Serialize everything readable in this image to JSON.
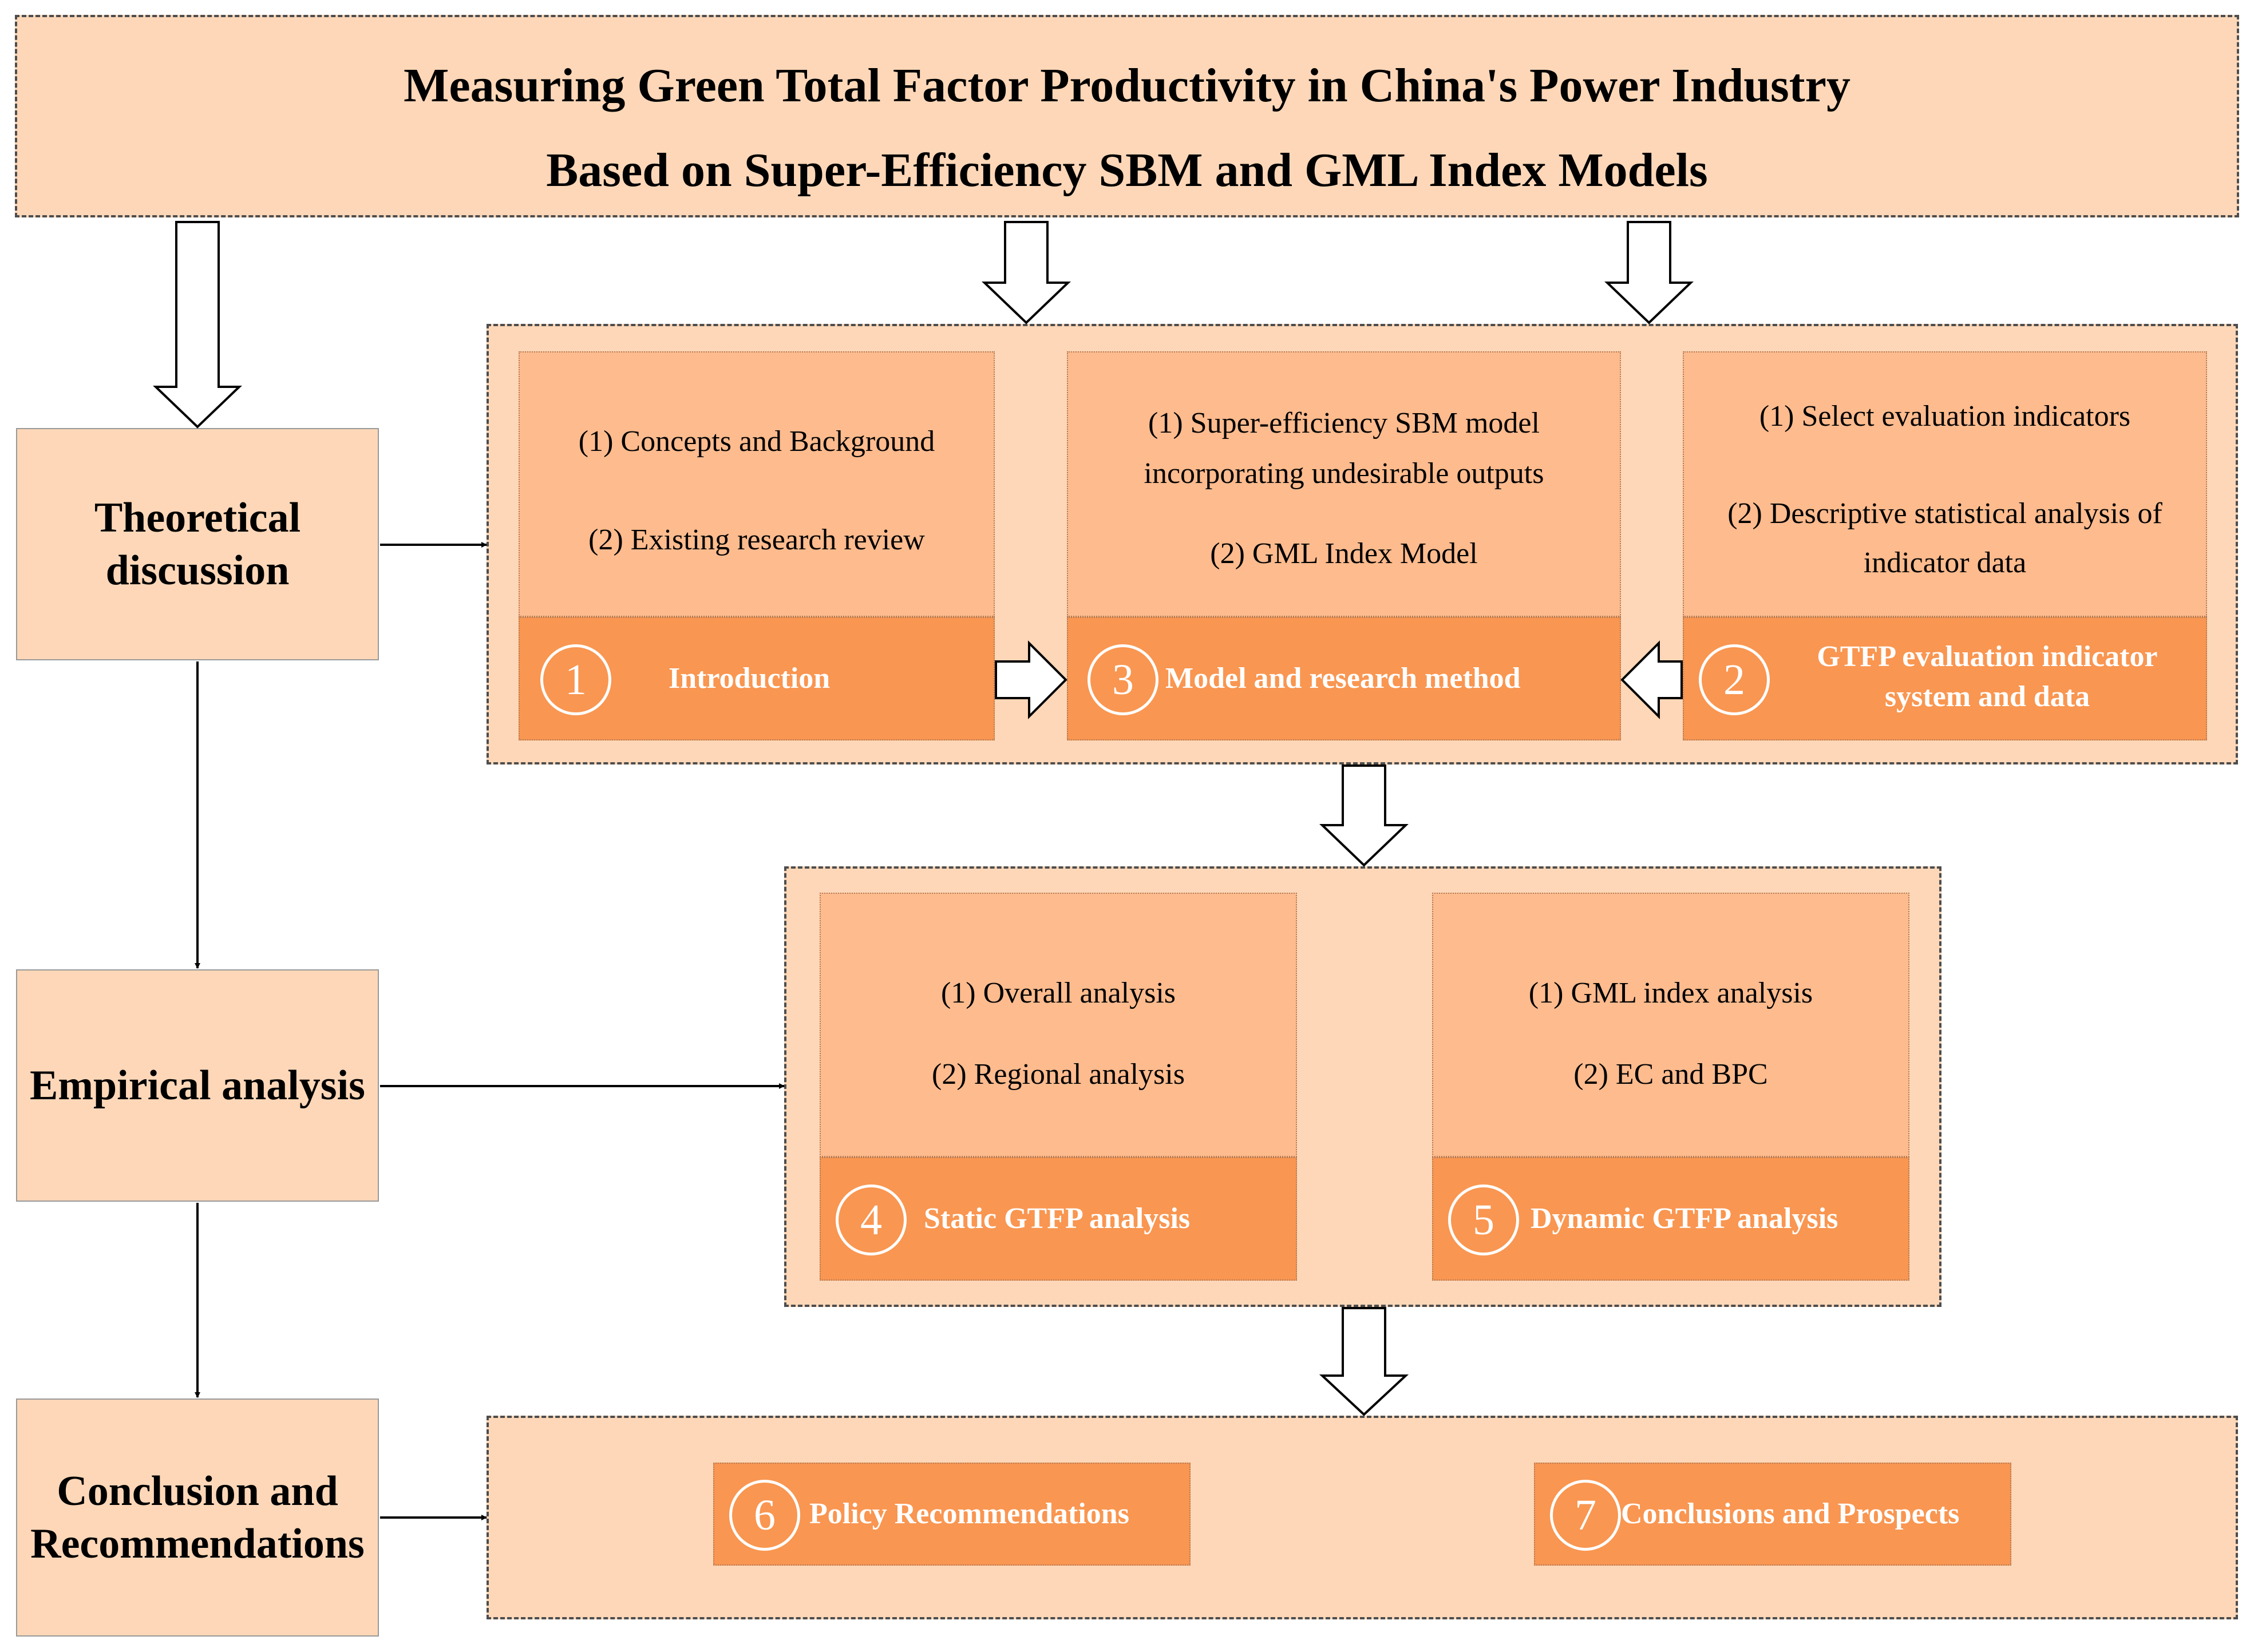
{
  "title": {
    "line1": "Measuring Green Total Factor Productivity in China's Power Industry",
    "line2": "Based on Super-Efficiency SBM and GML Index Models"
  },
  "stages": {
    "theoretical": "Theoretical discussion",
    "empirical": "Empirical analysis",
    "conclusion": "Conclusion and Recommendations"
  },
  "sections": {
    "introduction": {
      "number": "1",
      "label": "Introduction",
      "items": [
        "(1) Concepts and Background",
        "(2) Existing research review"
      ]
    },
    "model": {
      "number": "3",
      "label": "Model and research method",
      "items": [
        "(1) Super-efficiency SBM model",
        "incorporating undesirable outputs",
        "(2) GML Index Model"
      ]
    },
    "indicators": {
      "number": "2",
      "label_line1": "GTFP evaluation indicator",
      "label_line2": "system and data",
      "items": [
        "(1) Select evaluation indicators",
        "(2) Descriptive statistical analysis of",
        "indicator data"
      ]
    },
    "static": {
      "number": "4",
      "label": "Static GTFP analysis",
      "items": [
        "(1) Overall analysis",
        "(2) Regional analysis"
      ]
    },
    "dynamic": {
      "number": "5",
      "label": "Dynamic GTFP analysis",
      "items": [
        "(1) GML index analysis",
        "(2) EC and BPC"
      ]
    },
    "policy": {
      "number": "6",
      "label": "Policy Recommendations"
    },
    "prospects": {
      "number": "7",
      "label": "Conclusions and Prospects"
    }
  },
  "colors": {
    "light_fill": "#fdd7b8",
    "card_top": "#fdbb8e",
    "card_bottom": "#f99651",
    "dashed_border": "#4d4d4d"
  }
}
